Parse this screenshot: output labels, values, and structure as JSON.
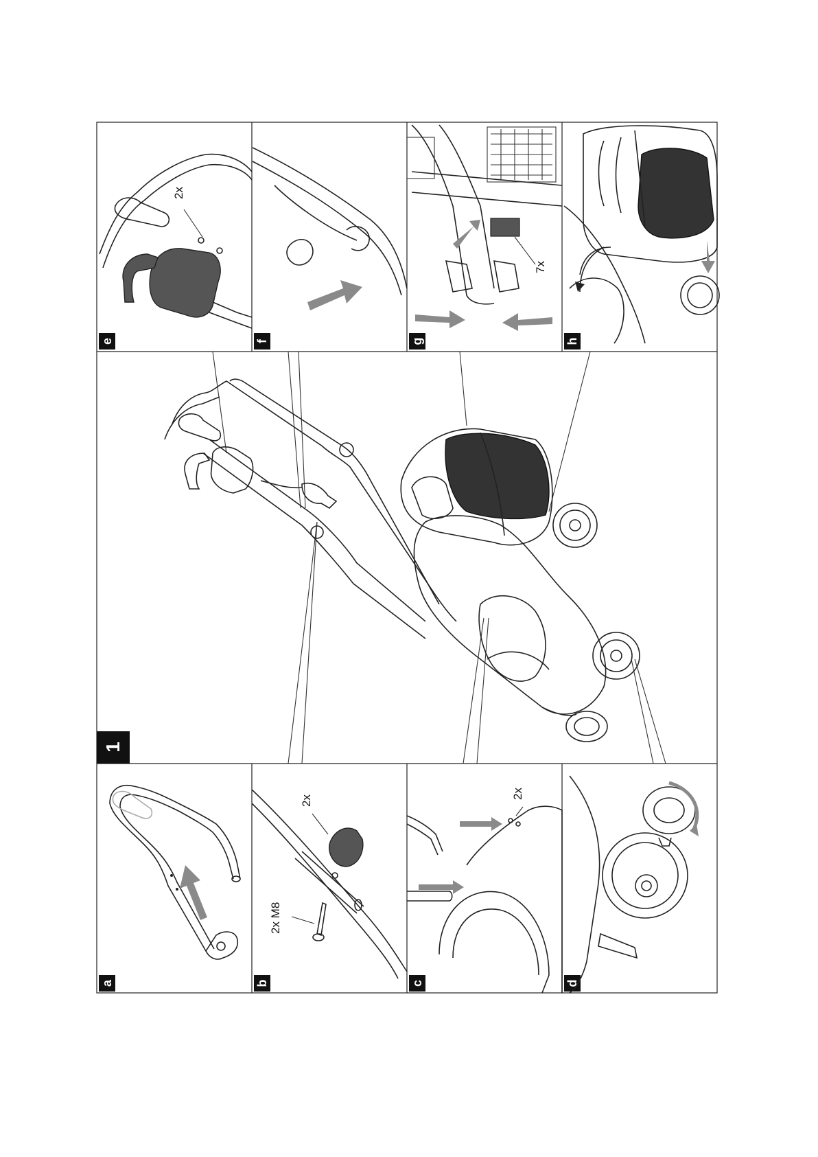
{
  "figure": {
    "main_label": "1",
    "panels": [
      {
        "id": "e",
        "label": "e",
        "callout": "2x"
      },
      {
        "id": "f",
        "label": "f",
        "callout": ""
      },
      {
        "id": "g",
        "label": "g",
        "callout": "7x"
      },
      {
        "id": "h",
        "label": "h",
        "callout": ""
      },
      {
        "id": "a",
        "label": "a",
        "callout": ""
      },
      {
        "id": "b",
        "label": "b",
        "callout": "2x",
        "callout2": "2x M8"
      },
      {
        "id": "c",
        "label": "c",
        "callout": "2x"
      },
      {
        "id": "d",
        "label": "d",
        "callout": ""
      }
    ]
  },
  "colors": {
    "frame": "#222222",
    "arrow": "#8a8a8a",
    "label_bg": "#111111"
  }
}
